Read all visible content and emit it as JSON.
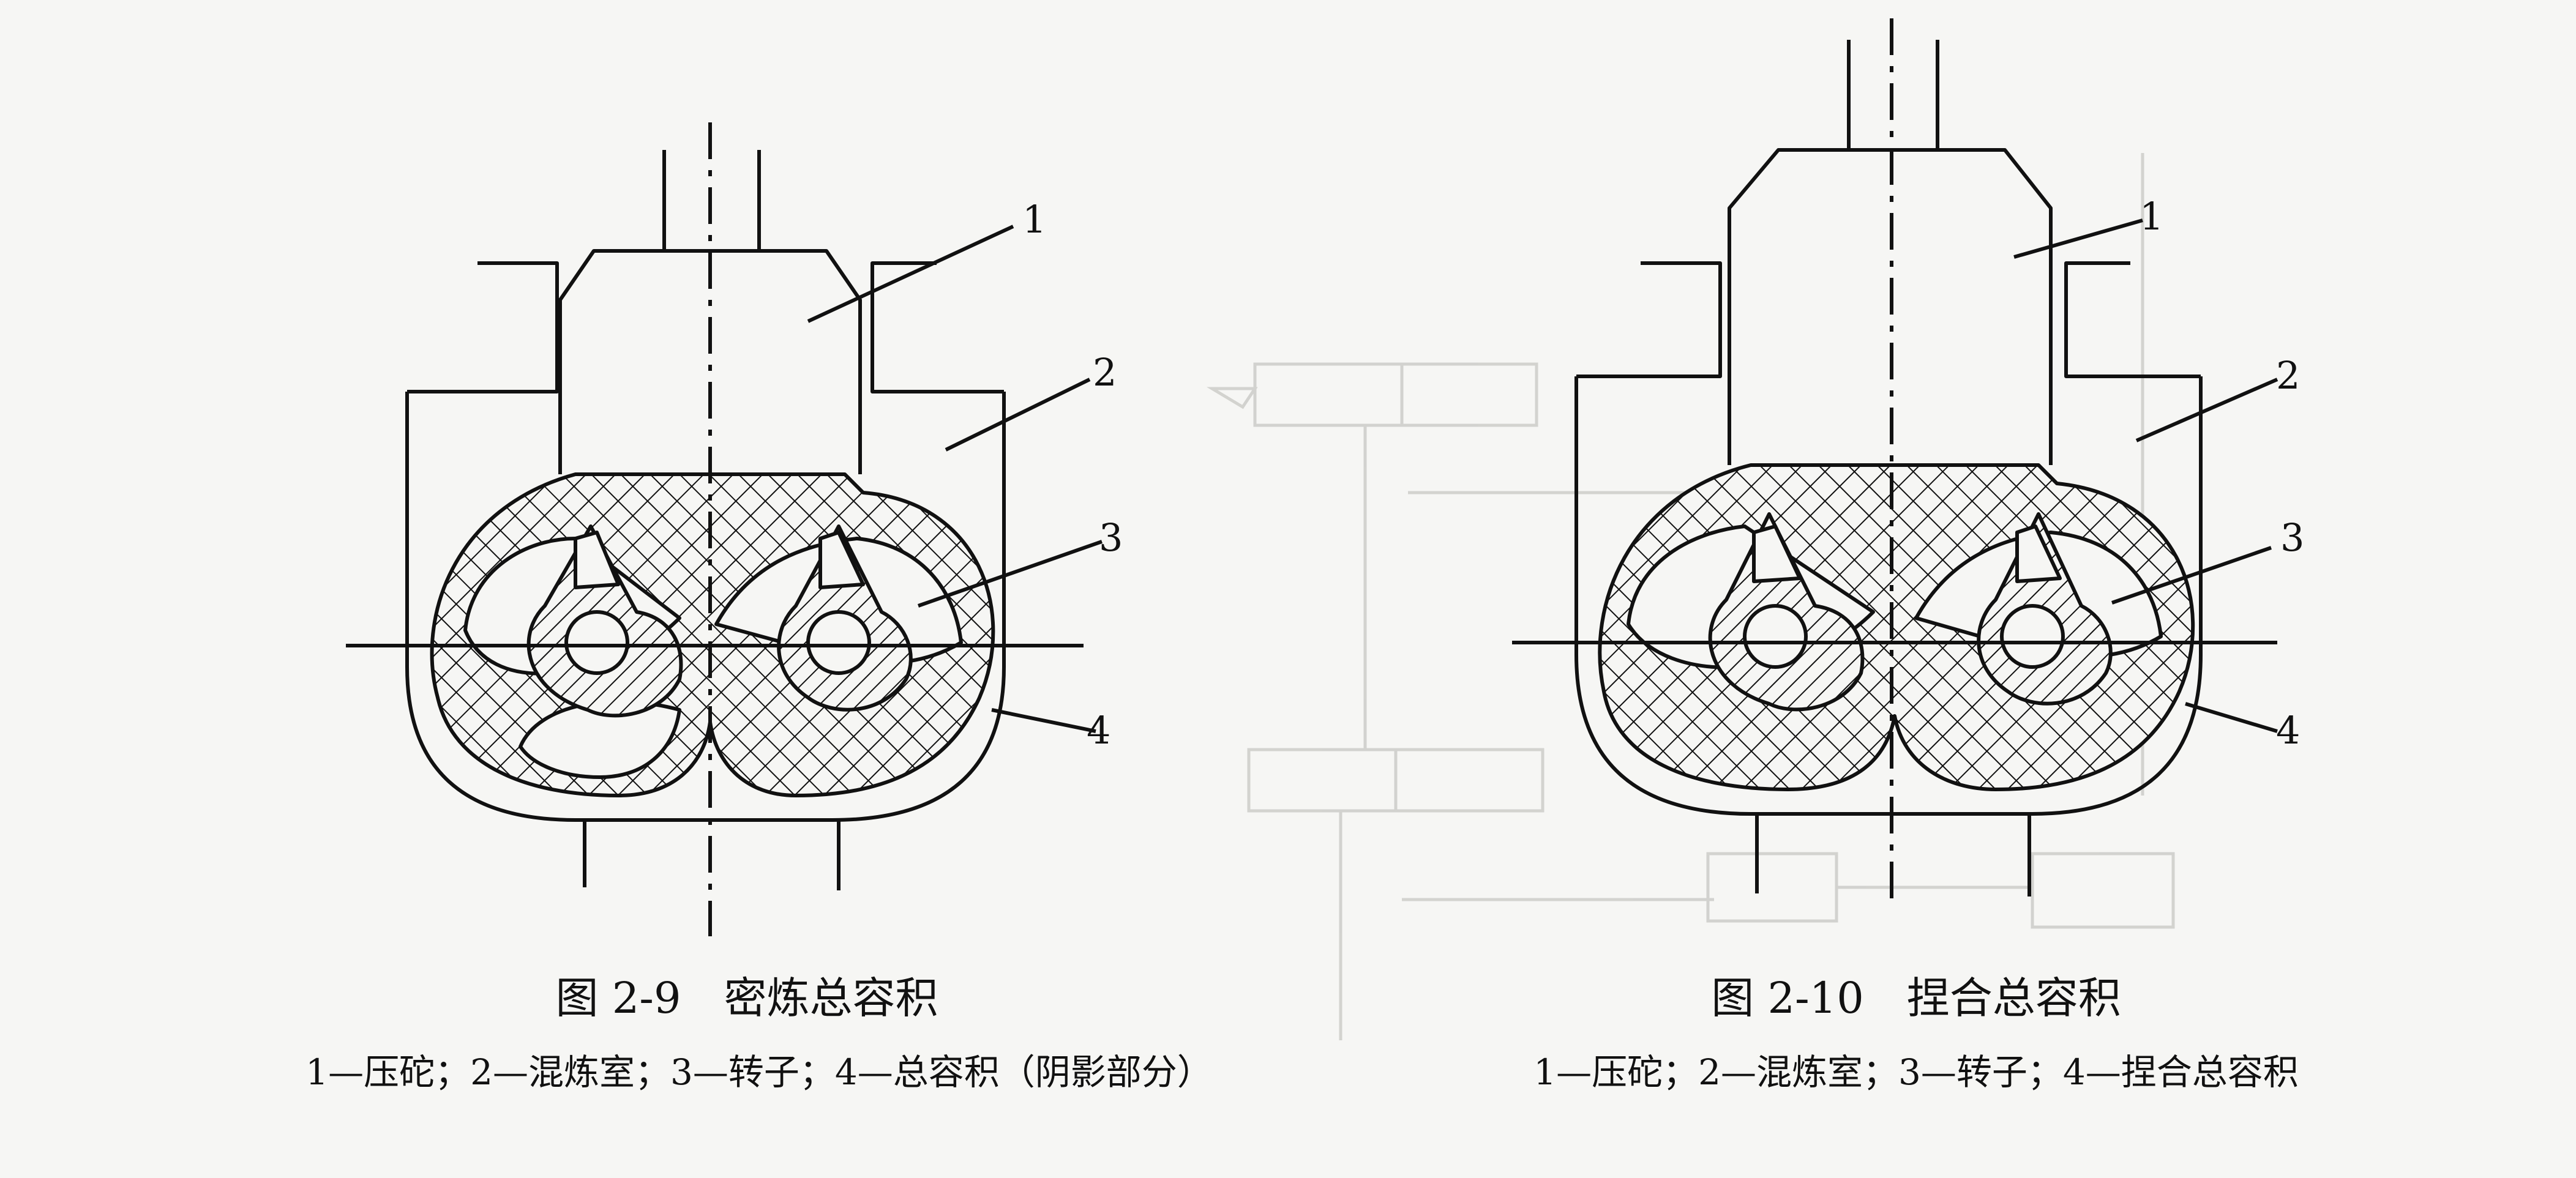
{
  "figures": [
    {
      "id": "fig-2-9",
      "title": "图 2-9　密炼总容积",
      "legend": "1—压砣；2—混炼室；3—转子；4—总容积（阴影部分）",
      "labels": [
        "1",
        "2",
        "3",
        "4"
      ]
    },
    {
      "id": "fig-2-10",
      "title": "图 2-10　捏合总容积",
      "legend": "1—压砣；2—混炼室；3—转子；4—捏合总容积",
      "labels": [
        "1",
        "2",
        "3",
        "4"
      ]
    }
  ]
}
